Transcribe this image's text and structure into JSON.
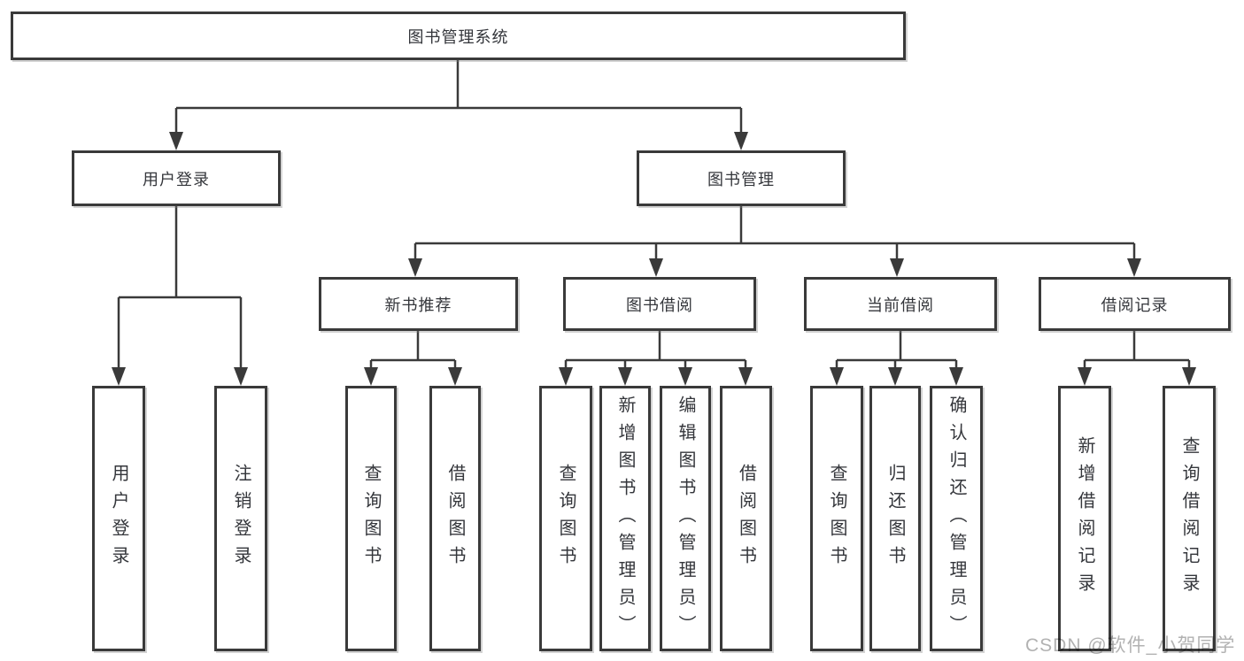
{
  "root": {
    "label": "图书管理系统"
  },
  "level2": [
    {
      "label": "用户登录",
      "parent": "图书管理系统"
    },
    {
      "label": "图书管理",
      "parent": "图书管理系统"
    }
  ],
  "level3": [
    {
      "label": "新书推荐",
      "parent": "图书管理"
    },
    {
      "label": "图书借阅",
      "parent": "图书管理"
    },
    {
      "label": "当前借阅",
      "parent": "图书管理"
    },
    {
      "label": "借阅记录",
      "parent": "图书管理"
    }
  ],
  "leaves": [
    {
      "label": "用户登录",
      "parent": "用户登录"
    },
    {
      "label": "注销登录",
      "parent": "用户登录"
    },
    {
      "label": "查询图书",
      "parent": "新书推荐"
    },
    {
      "label": "借阅图书",
      "parent": "新书推荐"
    },
    {
      "label": "查询图书",
      "parent": "图书借阅"
    },
    {
      "label": "新增图书（管理员）",
      "parent": "图书借阅"
    },
    {
      "label": "编辑图书（管理员）",
      "parent": "图书借阅"
    },
    {
      "label": "借阅图书",
      "parent": "图书借阅"
    },
    {
      "label": "查询图书",
      "parent": "当前借阅"
    },
    {
      "label": "归还图书",
      "parent": "当前借阅"
    },
    {
      "label": "确认归还（管理员）",
      "parent": "当前借阅"
    },
    {
      "label": "新增借阅记录",
      "parent": "借阅记录"
    },
    {
      "label": "查询借阅记录",
      "parent": "借阅记录"
    }
  ],
  "watermark": "CSDN @软件_小贺同学",
  "colors": {
    "line": "#3a3a3a",
    "box_border": "#3a3a3a",
    "text": "#34363b",
    "watermark": "#b2b2b2",
    "background": "#ffffff"
  }
}
